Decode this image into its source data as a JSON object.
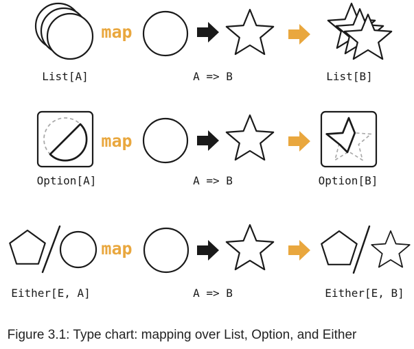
{
  "colors": {
    "accent": "#E9A73E",
    "ink": "#1A1A1A",
    "dashed_gray": "#A9A9A9"
  },
  "rows": [
    {
      "source_label": "List[A]",
      "map_label": "map",
      "function_label": "A => B",
      "result_label": "List[B]"
    },
    {
      "source_label": "Option[A]",
      "map_label": "map",
      "function_label": "A => B",
      "result_label": "Option[B]"
    },
    {
      "source_label": "Either[E, A]",
      "map_label": "map",
      "function_label": "A => B",
      "result_label": "Either[E, B]"
    }
  ],
  "caption": "Figure 3.1: Type chart: mapping over List, Option, and Either"
}
